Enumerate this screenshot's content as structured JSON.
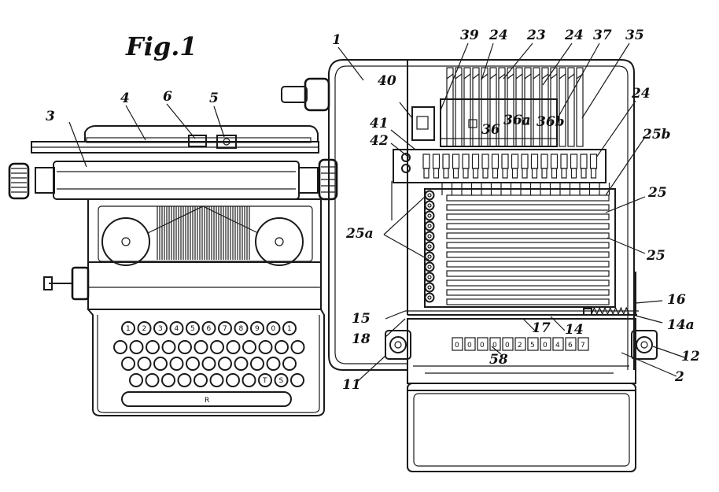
{
  "figure": {
    "title": "Fig.1",
    "keyboard_top_row": [
      "1",
      "2",
      "3",
      "4",
      "5",
      "6",
      "7",
      "8",
      "9",
      "0",
      "1"
    ],
    "keyboard_t_key": "T",
    "keyboard_s_key": "S",
    "keyboard_bar_letter": "R",
    "counter_digits": [
      "0",
      "0",
      "0",
      "0",
      "0",
      "2",
      "5",
      "0",
      "4",
      "6",
      "7"
    ]
  },
  "labels": {
    "l1": "1",
    "l2": "2",
    "l3": "3",
    "l4": "4",
    "l5": "5",
    "l6": "6",
    "l11": "11",
    "l12": "12",
    "l14": "14",
    "l14a": "14a",
    "l15": "15",
    "l16": "16",
    "l17": "17",
    "l18": "18",
    "l23": "23",
    "l24a": "24",
    "l24b": "24",
    "l24c": "24",
    "l25a": "25",
    "l25b": "25",
    "l25sub_a": "25a",
    "l25sub_b": "25b",
    "l35": "35",
    "l36": "36",
    "l36a": "36a",
    "l36b": "36b",
    "l37": "37",
    "l39": "39",
    "l40": "40",
    "l41": "41",
    "l42": "42",
    "l58": "58"
  }
}
